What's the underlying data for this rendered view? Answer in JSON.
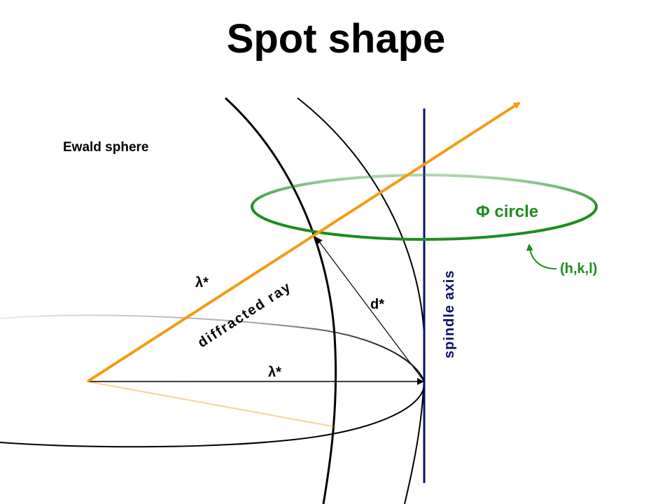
{
  "slide": {
    "title": "Spot shape"
  },
  "diagram": {
    "labels": {
      "ewald_sphere": "Ewald sphere",
      "phi_circle": "Φ circle",
      "hkl": "(h,k,l)",
      "spindle_axis": "spindle axis",
      "diffracted_ray": "diffracted ray",
      "lambda_upper": "λ*",
      "lambda_lower": "λ*",
      "d_star": "d*"
    },
    "colors": {
      "diffracted_ray": "#f39c12",
      "phi_circle": "#1e8c1e",
      "spindle_axis": "#0a0f6e",
      "sphere": "#000000",
      "text": "#000000"
    }
  }
}
